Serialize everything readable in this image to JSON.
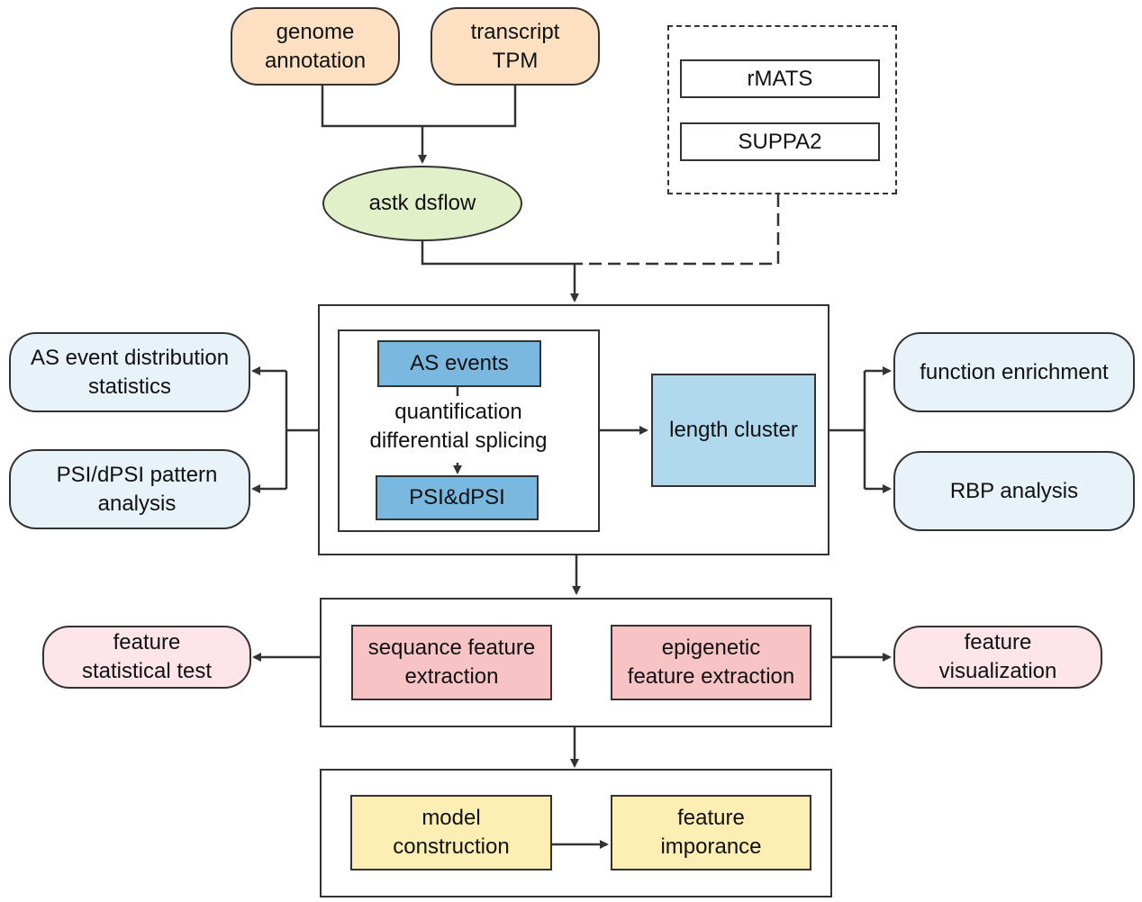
{
  "inputs": {
    "genome_annotation": "genome\nannotation",
    "transcript_tpm": "transcript\nTPM"
  },
  "tools": {
    "astk": "astk dsflow",
    "rmats": "rMATS",
    "suppa2": "SUPPA2"
  },
  "core": {
    "as_events": "AS events",
    "quantification": "quantification\ndifferential splicing",
    "psi_dpsi": "PSI&dPSI",
    "length_cluster": "length cluster"
  },
  "left_outputs": {
    "as_event_stats": "AS event distribution\nstatistics",
    "psi_pattern": "PSI/dPSI pattern\nanalysis"
  },
  "right_outputs": {
    "function_enrichment": "function enrichment",
    "rbp_analysis": "RBP analysis"
  },
  "features": {
    "sequence_feature": "sequance feature\nextraction",
    "epigenetic_feature": "epigenetic\nfeature extraction",
    "statistical_test": "feature\nstatistical test",
    "visualization": "feature\nvisualization"
  },
  "model": {
    "construction": "model\nconstruction",
    "importance": "feature\nimporance"
  },
  "colors": {
    "line": "#333333",
    "input_fill": "#fde0c1",
    "tool_fill": "#e2f0c9",
    "output_fill": "#e7f2f9",
    "event_fill": "#7ab8df",
    "cluster_fill": "#b1d9ee",
    "feature_fill": "#f8c3c5",
    "feature_output_fill": "#fde5ea",
    "model_fill": "#fdeeb4"
  }
}
